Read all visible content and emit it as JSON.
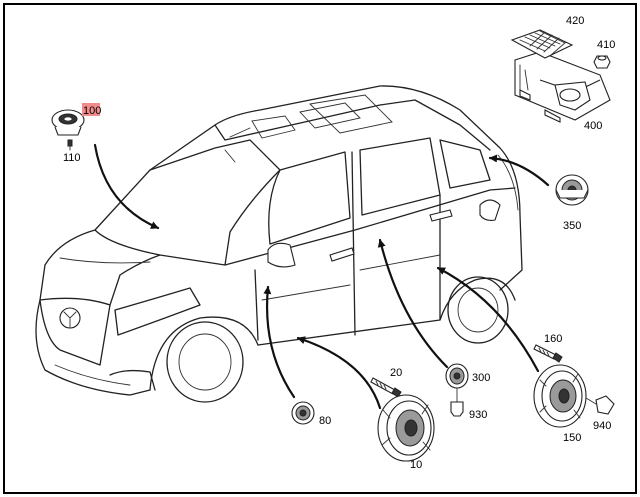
{
  "diagram": {
    "highlight_color": "#f28b8b",
    "labels": {
      "p10": "10",
      "p20": "20",
      "p80": "80",
      "p100": "100",
      "p110": "110",
      "p150": "150",
      "p160": "160",
      "p300": "300",
      "p350": "350",
      "p400": "400",
      "p410": "410",
      "p420": "420",
      "p930": "930",
      "p940": "940"
    }
  }
}
